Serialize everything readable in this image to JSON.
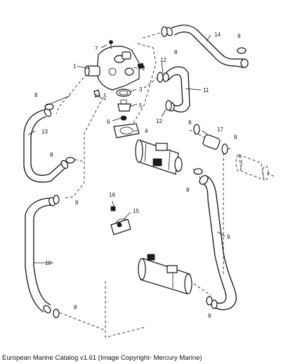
{
  "callouts": {
    "c1": "1",
    "c2a": "2",
    "c2b": "2",
    "c3": "3",
    "c4": "4",
    "c5": "5",
    "c6": "6",
    "c7": "7",
    "c8a": "8",
    "c8b": "8",
    "c8c": "8",
    "c8d": "8",
    "c8e": "8",
    "c8f": "8",
    "c8g": "8",
    "c8h": "8",
    "c8i": "8",
    "c9": "9",
    "c10": "10",
    "c11": "11",
    "c12a": "12",
    "c12b": "12",
    "c13": "13",
    "c14": "14",
    "c15": "15",
    "c16": "16",
    "c17": "17"
  },
  "caption": "European Marine Catalog v1.61 (Image Copyright- Mercury Marine)"
}
